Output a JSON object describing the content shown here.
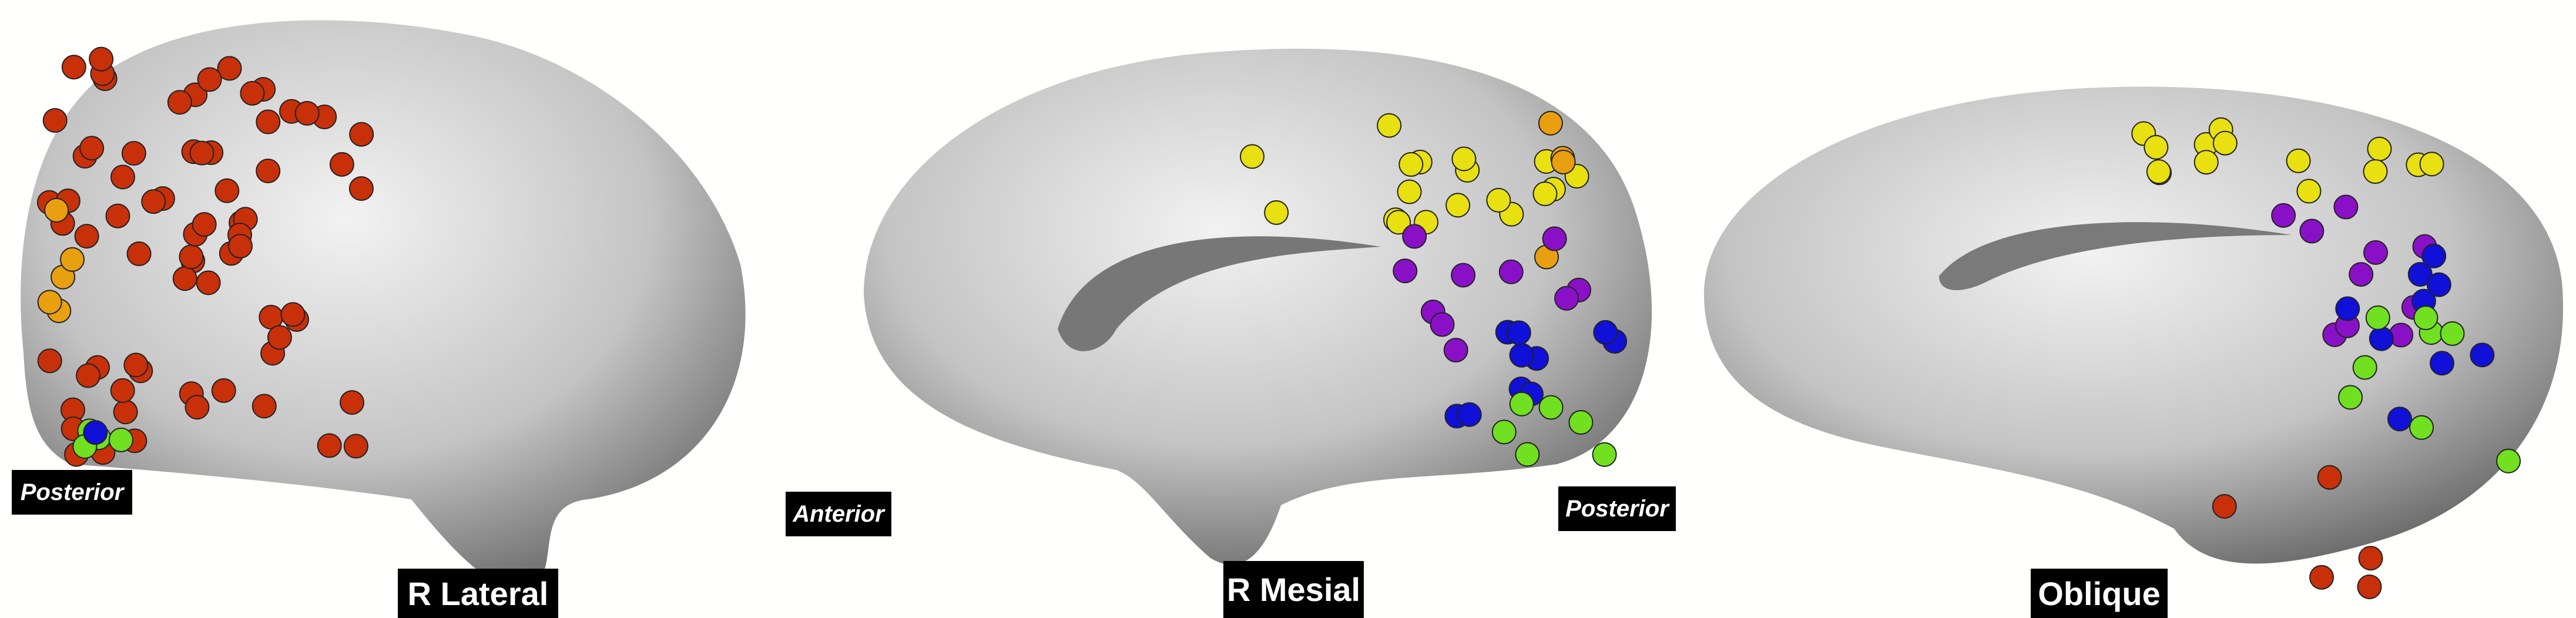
{
  "views": [
    {
      "title": "R Lateral",
      "orientation_label": "Posterior"
    },
    {
      "title": "R Mesial",
      "orientation_labels": [
        "Anterior",
        "Posterior"
      ]
    },
    {
      "title": "Oblique"
    }
  ],
  "electrode_colors": {
    "red": "#c8300a",
    "yellow": "#e8e010",
    "orange": "#e8a010",
    "purple": "#8a10c8",
    "blue": "#1010d8",
    "green": "#70e020"
  },
  "brain_color": "#c8c8c8"
}
